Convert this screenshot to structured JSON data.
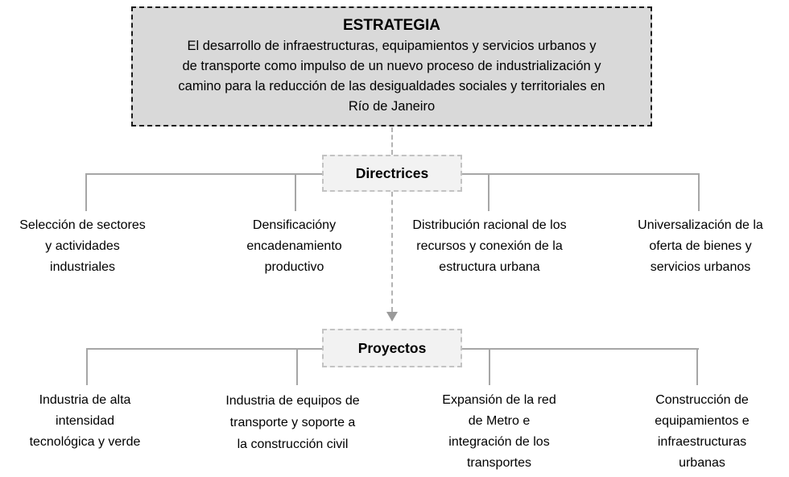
{
  "colors": {
    "strategy-fill": "#d9d9d9",
    "strategy-border": "#1a1a1a",
    "node-fill": "#f2f2f2",
    "node-border": "#c3c3c3",
    "line": "#a6a6a6",
    "dash-line": "#b3b3b3",
    "arrow": "#9a9a9a",
    "text": "#000000"
  },
  "strategy": {
    "title": "ESTRATEGIA",
    "body": "El desarrollo de infraestructuras, equipamientos y servicios urbanos y\nde transporte como impulso de un nuevo proceso de industrialización y\ncamino para la reducción de las desigualdades sociales y territoriales en\nRío de Janeiro"
  },
  "directrices": {
    "label": "Directrices",
    "items": [
      "Selección de sectores\ny actividades\nindustriales",
      "Densificacióny\nencadenamiento\nproductivo",
      "Distribución racional de los\nrecursos y conexión de la\nestructura urbana",
      "Universalización de la\noferta de bienes y\nservicios urbanos"
    ]
  },
  "proyectos": {
    "label": "Proyectos",
    "items": [
      "Industria de alta\nintensidad\ntecnológica y verde",
      "Industria de equipos de\ntransporte y soporte a\nla construcción civil",
      "Expansión de la red\nde Metro e\nintegración de los\ntransportes",
      "Construcción de\nequipamientos e\ninfraestructuras\nurbanas"
    ]
  }
}
